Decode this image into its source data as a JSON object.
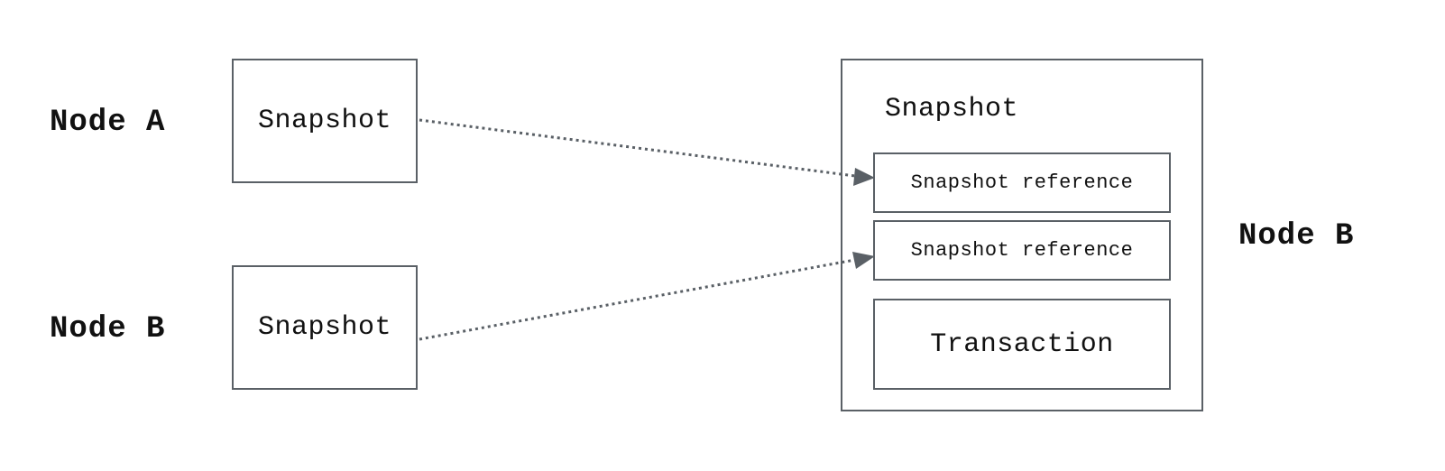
{
  "left_nodes": [
    {
      "node_label": "Node A",
      "box_label": "Snapshot"
    },
    {
      "node_label": "Node B",
      "box_label": "Snapshot"
    }
  ],
  "container": {
    "title": "Snapshot",
    "references": [
      "Snapshot reference",
      "Snapshot reference"
    ],
    "transaction": "Transaction",
    "node_label": "Node B"
  },
  "edges": [
    {
      "from": "left_nodes.0",
      "to": "container.references.0",
      "style": "dotted"
    },
    {
      "from": "left_nodes.1",
      "to": "container.references.1",
      "style": "dotted"
    }
  ],
  "colors": {
    "stroke": "#5a6066",
    "text": "#111111",
    "background": "#ffffff"
  }
}
